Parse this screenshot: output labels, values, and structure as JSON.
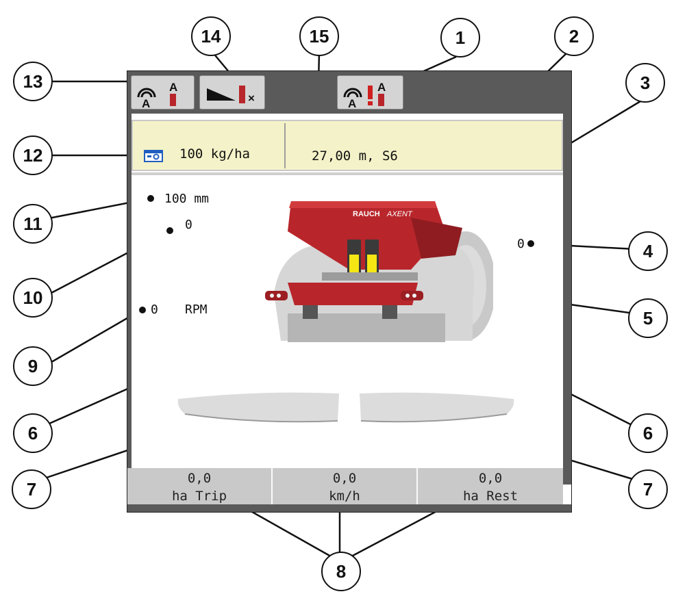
{
  "header": {
    "left_button_icons": [
      "section-control-auto-icon",
      "gps-control-auto-icon"
    ],
    "boundary_spread_icon": "boundary-spread-off-icon",
    "alarm_icons": [
      "section-control-alarm-icon",
      "gps-alarm-icon"
    ]
  },
  "info": {
    "application_rate": "100 kg/ha",
    "working_width": "27,00 m, S6"
  },
  "readouts": {
    "shutter_opening": "100 mm",
    "left_value": "0",
    "right_value": "0",
    "rpm_value": "0",
    "rpm_unit": "RPM"
  },
  "machine": {
    "brand": "RAUCH",
    "model": "AXENT"
  },
  "stats": [
    {
      "value": "0,0",
      "unit": "ha Trip"
    },
    {
      "value": "0,0",
      "unit": "km/h"
    },
    {
      "value": "0,0",
      "unit": "ha Rest"
    }
  ],
  "callouts": {
    "c1": "1",
    "c2": "2",
    "c3": "3",
    "c4": "4",
    "c5": "5",
    "c6a": "6",
    "c6b": "6",
    "c7a": "7",
    "c7b": "7",
    "c8": "8",
    "c9": "9",
    "c10": "10",
    "c11": "11",
    "c12": "12",
    "c13": "13",
    "c14": "14",
    "c15": "15"
  },
  "colors": {
    "info_bar": "#f4f2c8",
    "frame": "#5a5a5a",
    "machine_red": "#b8262b",
    "level_yellow": "#f5e614"
  }
}
